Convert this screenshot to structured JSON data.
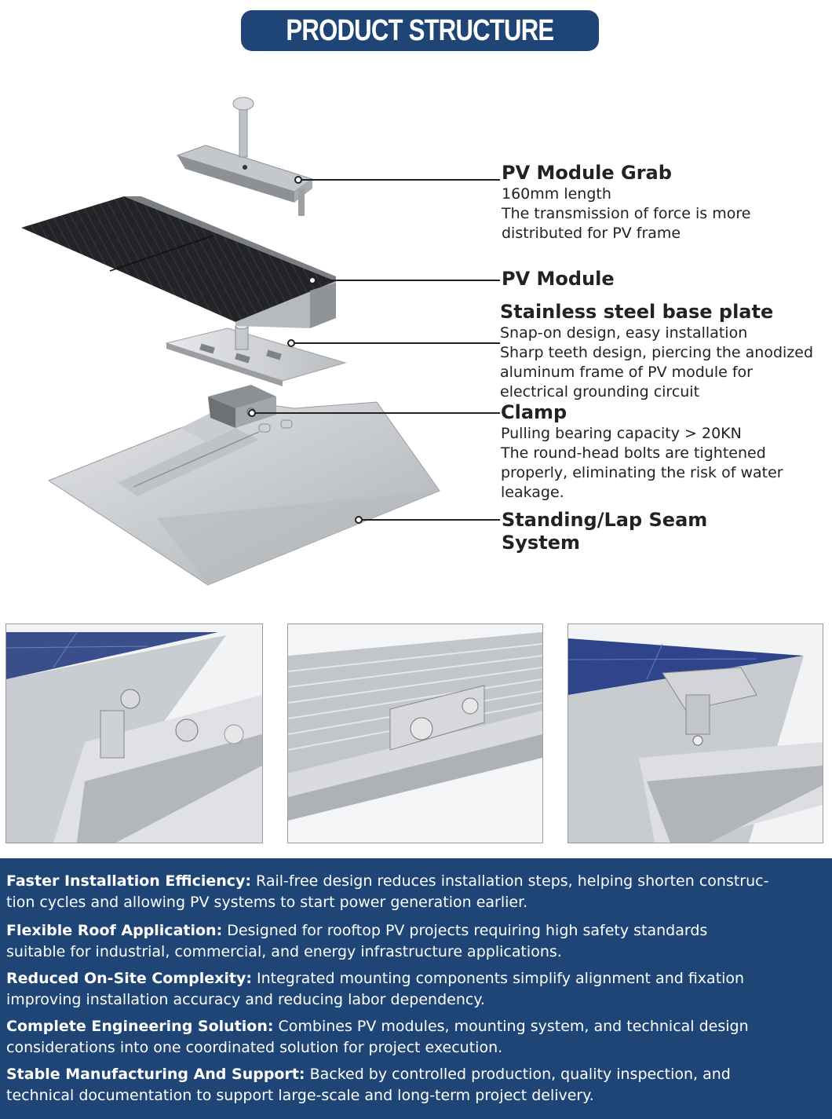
{
  "header": {
    "title": "PRODUCT STRUCTURE"
  },
  "components": [
    {
      "title": "PV Module Grab",
      "lines": [
        "160mm length",
        "The transmission of force is more",
        "distributed for PV frame"
      ]
    },
    {
      "title": "PV Module",
      "lines": []
    },
    {
      "title": "Stainless steel base plate",
      "lines": [
        "Snap-on design, easy installation",
        "Sharp teeth design, piercing the anodized",
        "aluminum frame of PV module for",
        "electrical grounding circuit"
      ]
    },
    {
      "title": "Clamp",
      "lines": [
        "Pulling bearing capacity > 20KN",
        "The round-head bolts are tightened",
        "properly, eliminating the risk of water",
        "leakage."
      ]
    },
    {
      "title": "Standing/Lap Seam",
      "title2": "System",
      "lines": []
    }
  ],
  "features": [
    {
      "label": "Faster Installation Efficiency:",
      "text": " Rail-free design reduces installation steps, helping shorten construc-",
      "text2": "tion cycles and allowing PV systems to start power generation earlier."
    },
    {
      "label": "Flexible Roof Application:",
      "text": " Designed for rooftop PV projects requiring high safety standards",
      "text2": "suitable for industrial, commercial, and energy infrastructure applications."
    },
    {
      "label": "Reduced On-Site Complexity:",
      "text": " Integrated mounting components simplify alignment and fixation",
      "text2": "improving installation accuracy and reducing labor dependency."
    },
    {
      "label": "Complete Engineering Solution:",
      "text": " Combines PV modules, mounting system, and technical design",
      "text2": "considerations into one coordinated solution for project execution."
    },
    {
      "label": "Stable Manufacturing And Support:",
      "text": " Backed by controlled production, quality inspection, and",
      "text2": "technical documentation to support large-scale and long-term project delivery."
    }
  ],
  "colors": {
    "banner": "#1f4576",
    "footer": "#1f4576",
    "text": "#222222",
    "white": "#ffffff"
  },
  "photos": [
    "mid-clamp-detail-photo",
    "clamp-side-view-photo",
    "end-clamp-detail-photo"
  ]
}
